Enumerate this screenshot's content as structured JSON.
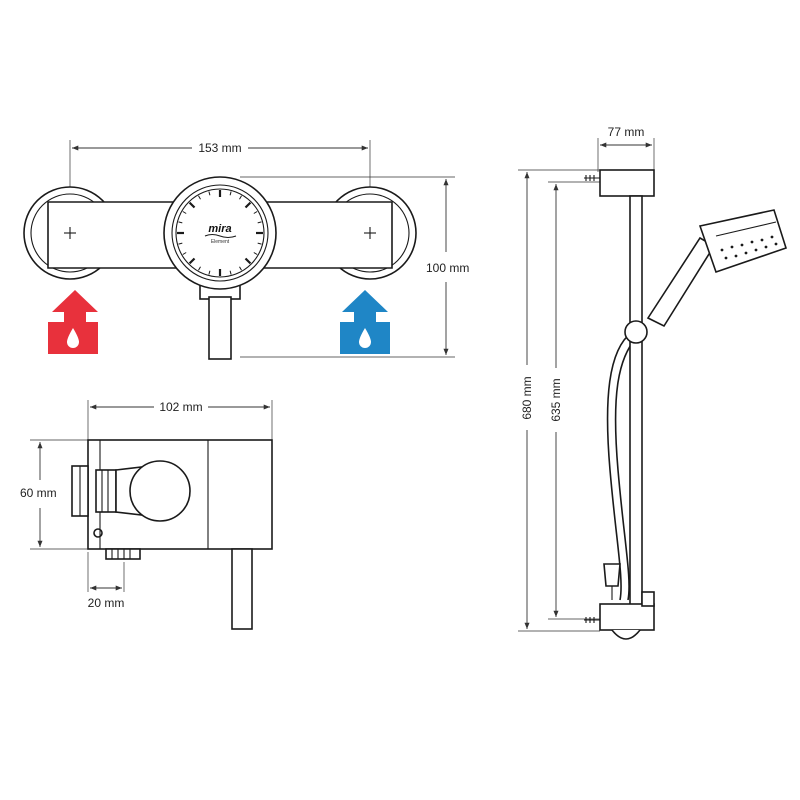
{
  "dimensions": {
    "valve_centres": "153 mm",
    "valve_height": "100 mm",
    "valve_depth": "102 mm",
    "valve_projection": "60 mm",
    "outlet_offset": "20 mm",
    "rail_projection": "77 mm",
    "kit_height": "680 mm",
    "rail_fixing_centres": "635 mm"
  },
  "dial": {
    "brand": "mira",
    "model": "Element"
  },
  "colors": {
    "hot": "#e8313c",
    "cold": "#1f86c6",
    "line": "#1a1a1a"
  },
  "icons": {
    "hot_supply": "hot-water-drop-icon",
    "cold_supply": "cold-water-drop-icon"
  }
}
